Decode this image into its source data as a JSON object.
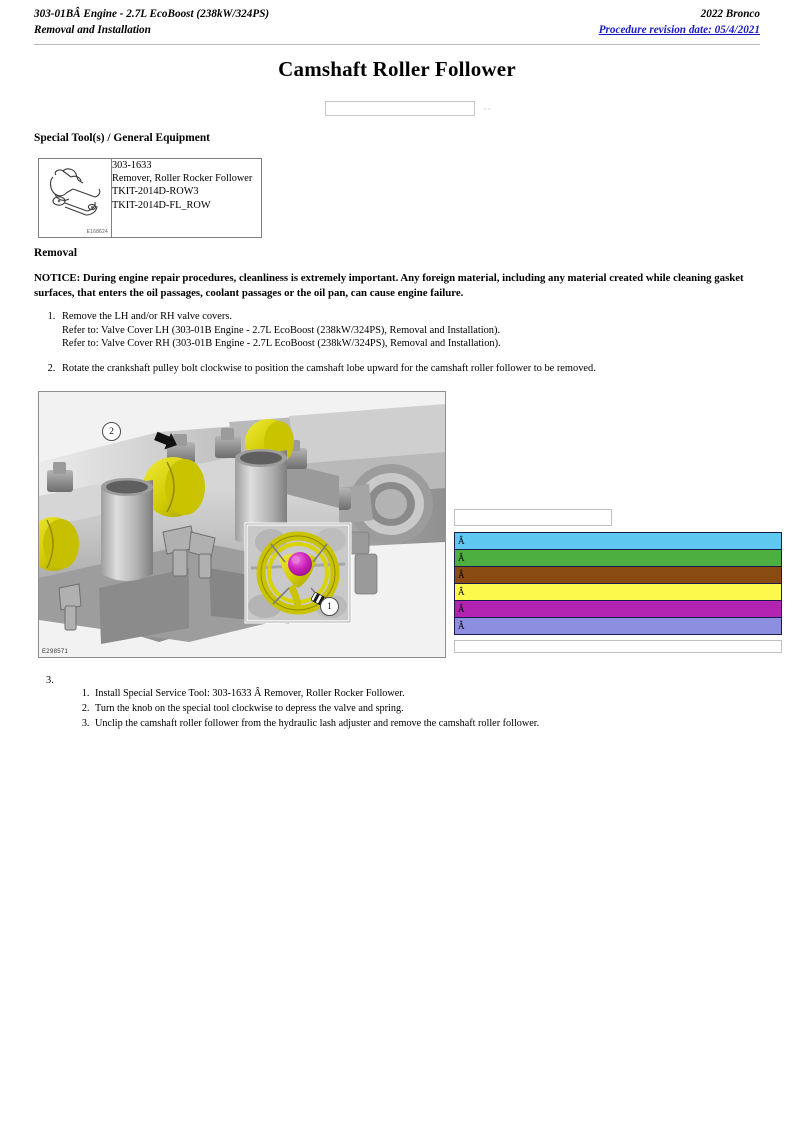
{
  "header": {
    "left_line1": "303-01BÂ Engine - 2.7L EcoBoost (238kW/324PS)",
    "left_line2": "Removal and Installation",
    "right_line1": "2022 Bronco",
    "right_link": "Procedure revision date: 05/4/2021"
  },
  "title": "Camshaft Roller Follower",
  "search": {
    "value": "",
    "placeholder": "",
    "trailing_marks": "▫▫"
  },
  "special_tools": {
    "heading": "Special Tool(s) / General Equipment",
    "rows": [
      {
        "image_id": "E168624",
        "image_icon": "roller-rocker-follower-remover-tool",
        "lines": [
          "303-1633",
          "Remover, Roller Rocker Follower",
          "TKIT-2014D-ROW3",
          "TKIT-2014D-FL_ROW"
        ]
      }
    ]
  },
  "removal": {
    "heading": "Removal",
    "notice": "NOTICE: During engine repair procedures, cleanliness is extremely important. Any foreign material, including any material created while cleaning gasket surfaces, that enters the oil passages, coolant passages or the oil pan, can cause engine failure.",
    "steps": [
      {
        "text": "Remove the LH and/or RH valve covers.",
        "refs": [
          "Refer to: Valve Cover LH (303-01B Engine - 2.7L EcoBoost (238kW/324PS), Removal and Installation).",
          "Refer to: Valve Cover RH (303-01B Engine - 2.7L EcoBoost (238kW/324PS), Removal and Installation)."
        ]
      },
      {
        "text": "Rotate the crankshaft pulley bolt clockwise to position the camshaft lobe upward for the camshaft roller follower to be removed.",
        "refs": []
      }
    ],
    "step3": {
      "number": "3.",
      "substeps": [
        "Install Special Service Tool: 303-1633 Â Remover, Roller Rocker Follower.",
        "Turn the knob on the special tool clockwise to depress the valve and spring.",
        "Unclip the camshaft roller follower from the hydraulic lash adjuster and remove the camshaft roller follower."
      ]
    }
  },
  "figure": {
    "image_id": "E298571",
    "callouts": [
      {
        "label": "1"
      },
      {
        "label": "2"
      }
    ],
    "colors": {
      "engine_gray_light": "#d3d3d3",
      "engine_gray_mid": "#a8a8a8",
      "engine_gray_dark": "#7d7d7d",
      "cam_lobe_yellow": "#d8d400",
      "pulley_magenta": "#cc22bb"
    }
  },
  "bars_panel": {
    "top_box_value": "",
    "bottom_box_value": "",
    "rows": [
      {
        "label": "Â",
        "color": "#5ec8f0"
      },
      {
        "label": "Â",
        "color": "#4caf3f"
      },
      {
        "label": "Â",
        "color": "#8a4b12"
      },
      {
        "label": "Â",
        "color": "#fcf94c"
      },
      {
        "label": "Â",
        "color": "#b324b3"
      },
      {
        "label": "Â",
        "color": "#8e8ee0"
      }
    ]
  }
}
